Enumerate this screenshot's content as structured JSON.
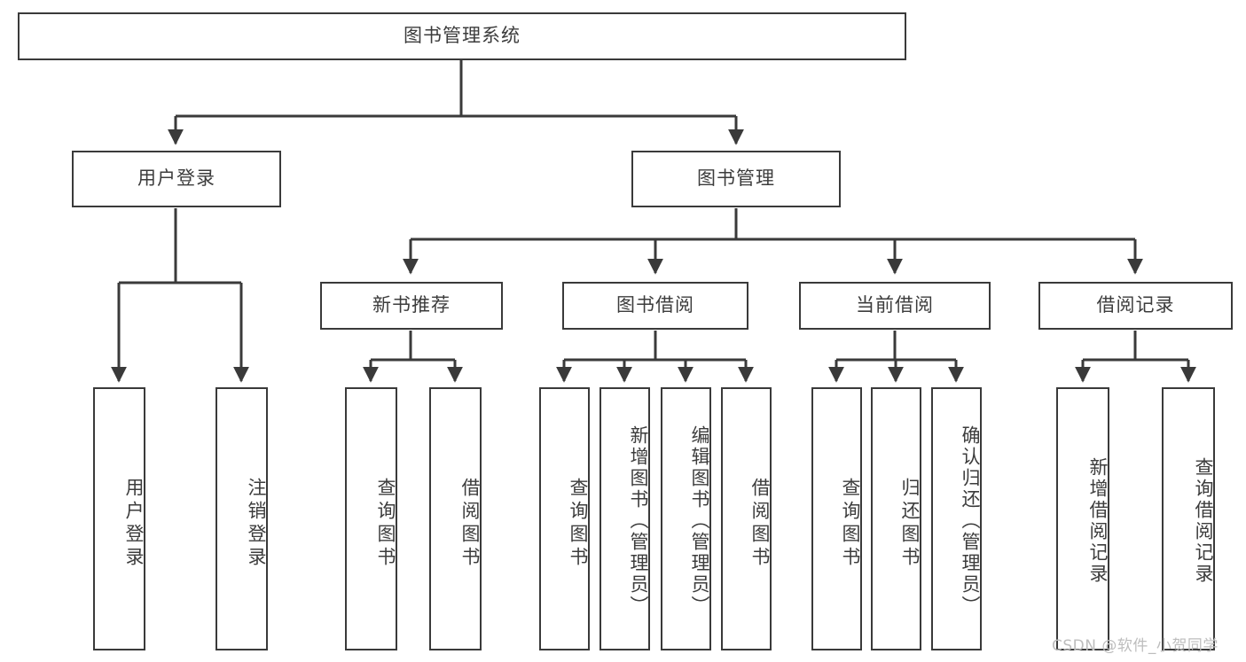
{
  "diagram": {
    "type": "hierarchy-tree",
    "title": "图书管理系统",
    "watermark": "CSDN @软件_小贺同学",
    "colors": {
      "box_border": "#3a3a3a",
      "box_fill": "#ffffff",
      "line": "#3a3a3a",
      "text": "#3c3c3c",
      "watermark": "#bdbdbd"
    },
    "levels": {
      "root": {
        "label": "图书管理系统"
      },
      "level2": [
        {
          "label": "用户登录"
        },
        {
          "label": "图书管理"
        }
      ],
      "level3": [
        {
          "label": "新书推荐"
        },
        {
          "label": "图书借阅"
        },
        {
          "label": "当前借阅"
        },
        {
          "label": "借阅记录"
        }
      ],
      "leaves": [
        {
          "label": "用户登录",
          "parent": "用户登录"
        },
        {
          "label": "注销登录",
          "parent": "用户登录"
        },
        {
          "label": "查询图书",
          "parent": "新书推荐"
        },
        {
          "label": "借阅图书",
          "parent": "新书推荐"
        },
        {
          "label": "查询图书",
          "parent": "图书借阅"
        },
        {
          "label": "新增图书（管理员）",
          "parent": "图书借阅"
        },
        {
          "label": "编辑图书（管理员）",
          "parent": "图书借阅"
        },
        {
          "label": "借阅图书",
          "parent": "图书借阅"
        },
        {
          "label": "查询图书",
          "parent": "当前借阅"
        },
        {
          "label": "归还图书",
          "parent": "当前借阅"
        },
        {
          "label": "确认归还（管理员）",
          "parent": "当前借阅"
        },
        {
          "label": "新增借阅记录",
          "parent": "借阅记录"
        },
        {
          "label": "查询借阅记录",
          "parent": "借阅记录"
        }
      ]
    }
  }
}
